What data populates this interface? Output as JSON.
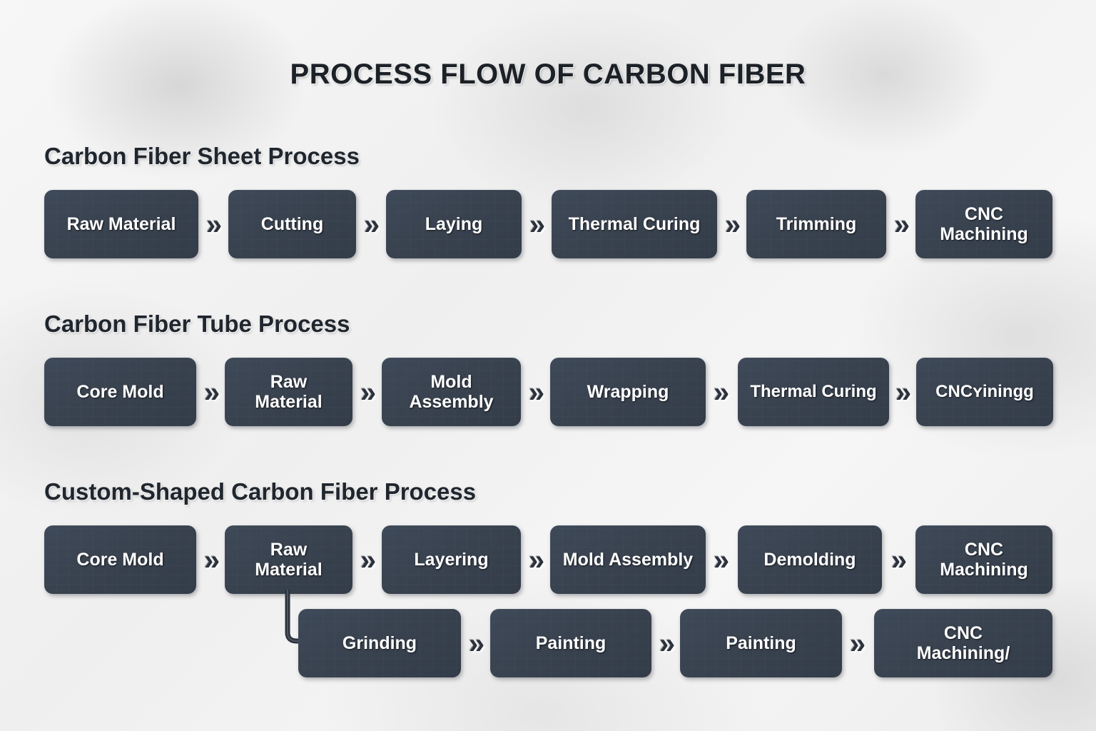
{
  "page": {
    "title": "PROCESS FLOW OF CARBON FIBER",
    "accent_box_color": "#39424f",
    "text_color": "#ffffff",
    "heading_color": "#20262e",
    "background_color": "#f1f1f1"
  },
  "sections": [
    {
      "heading": "Carbon Fiber Sheet Process",
      "steps": [
        {
          "line1": "Raw Material",
          "line2": ""
        },
        {
          "line1": "Cutting",
          "line2": ""
        },
        {
          "line1": "Laying",
          "line2": ""
        },
        {
          "line1": "Thermal Curing",
          "line2": ""
        },
        {
          "line1": "Trimming",
          "line2": ""
        },
        {
          "line1": "CNC",
          "line2": "Machining"
        }
      ]
    },
    {
      "heading": "Carbon Fiber Tube Process",
      "steps": [
        {
          "line1": "Core Mold",
          "line2": ""
        },
        {
          "line1": "Raw",
          "line2": "Material"
        },
        {
          "line1": "Mold",
          "line2": "Assembly"
        },
        {
          "line1": "Wrapping",
          "line2": ""
        },
        {
          "line1": "Thermal Curing",
          "line2": ""
        },
        {
          "line1": "CNCʏiningg",
          "line2": ""
        }
      ]
    },
    {
      "heading": "Custom-Shaped Carbon Fiber Process",
      "steps": [
        {
          "line1": "Core Mold",
          "line2": ""
        },
        {
          "line1": "Raw",
          "line2": "Material"
        },
        {
          "line1": "Layering",
          "line2": ""
        },
        {
          "line1": "Mold Assembly",
          "line2": ""
        },
        {
          "line1": "Demolding",
          "line2": ""
        },
        {
          "line1": "CNC",
          "line2": "Machining"
        }
      ],
      "substeps": [
        {
          "line1": "Grinding",
          "line2": ""
        },
        {
          "line1": "Painting",
          "line2": ""
        },
        {
          "line1": "Painting",
          "line2": ""
        },
        {
          "line1": "CNC",
          "line2": "Machining/"
        }
      ]
    }
  ],
  "icons": {
    "chevron": "»"
  }
}
